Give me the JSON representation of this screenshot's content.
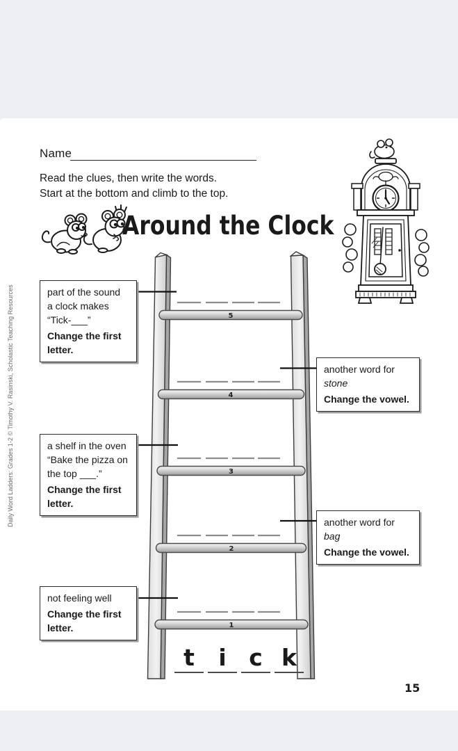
{
  "page": {
    "background_color": "#edeff4",
    "paper_color": "#ffffff",
    "name_label": "Name",
    "instruction_line1": "Read the clues, then write the words.",
    "instruction_line2": "Start at the bottom and climb to the top.",
    "title": "Around the Clock",
    "page_number": "15",
    "copyright_text": "Daily Word Ladders: Grades 1-2 © Timothy V. Rasinski, Scholastic Teaching Resources"
  },
  "illustrations": [
    "two-mice",
    "grandfather-clock",
    "mouse-on-clock"
  ],
  "ladder": {
    "rungs": [
      {
        "number": "5"
      },
      {
        "number": "4"
      },
      {
        "number": "3"
      },
      {
        "number": "2"
      },
      {
        "number": "1"
      }
    ],
    "start_letters": [
      "t",
      "i",
      "c",
      "k"
    ]
  },
  "clues": {
    "rung5": {
      "line1": "part of the sound",
      "line2": "a clock makes",
      "line3": "“Tick-___”",
      "instruction": "Change the first letter."
    },
    "rung4": {
      "line1": "another word for",
      "italic_word": "stone",
      "instruction": "Change the vowel."
    },
    "rung3": {
      "line1": "a shelf in the oven",
      "line2": "“Bake the pizza on",
      "line3": "the top ___.”",
      "instruction": "Change the first letter."
    },
    "rung2": {
      "line1": "another word for ",
      "italic_word": "bag",
      "instruction": "Change the vowel."
    },
    "rung1": {
      "line1": "not feeling well",
      "instruction": "Change the first letter."
    }
  }
}
